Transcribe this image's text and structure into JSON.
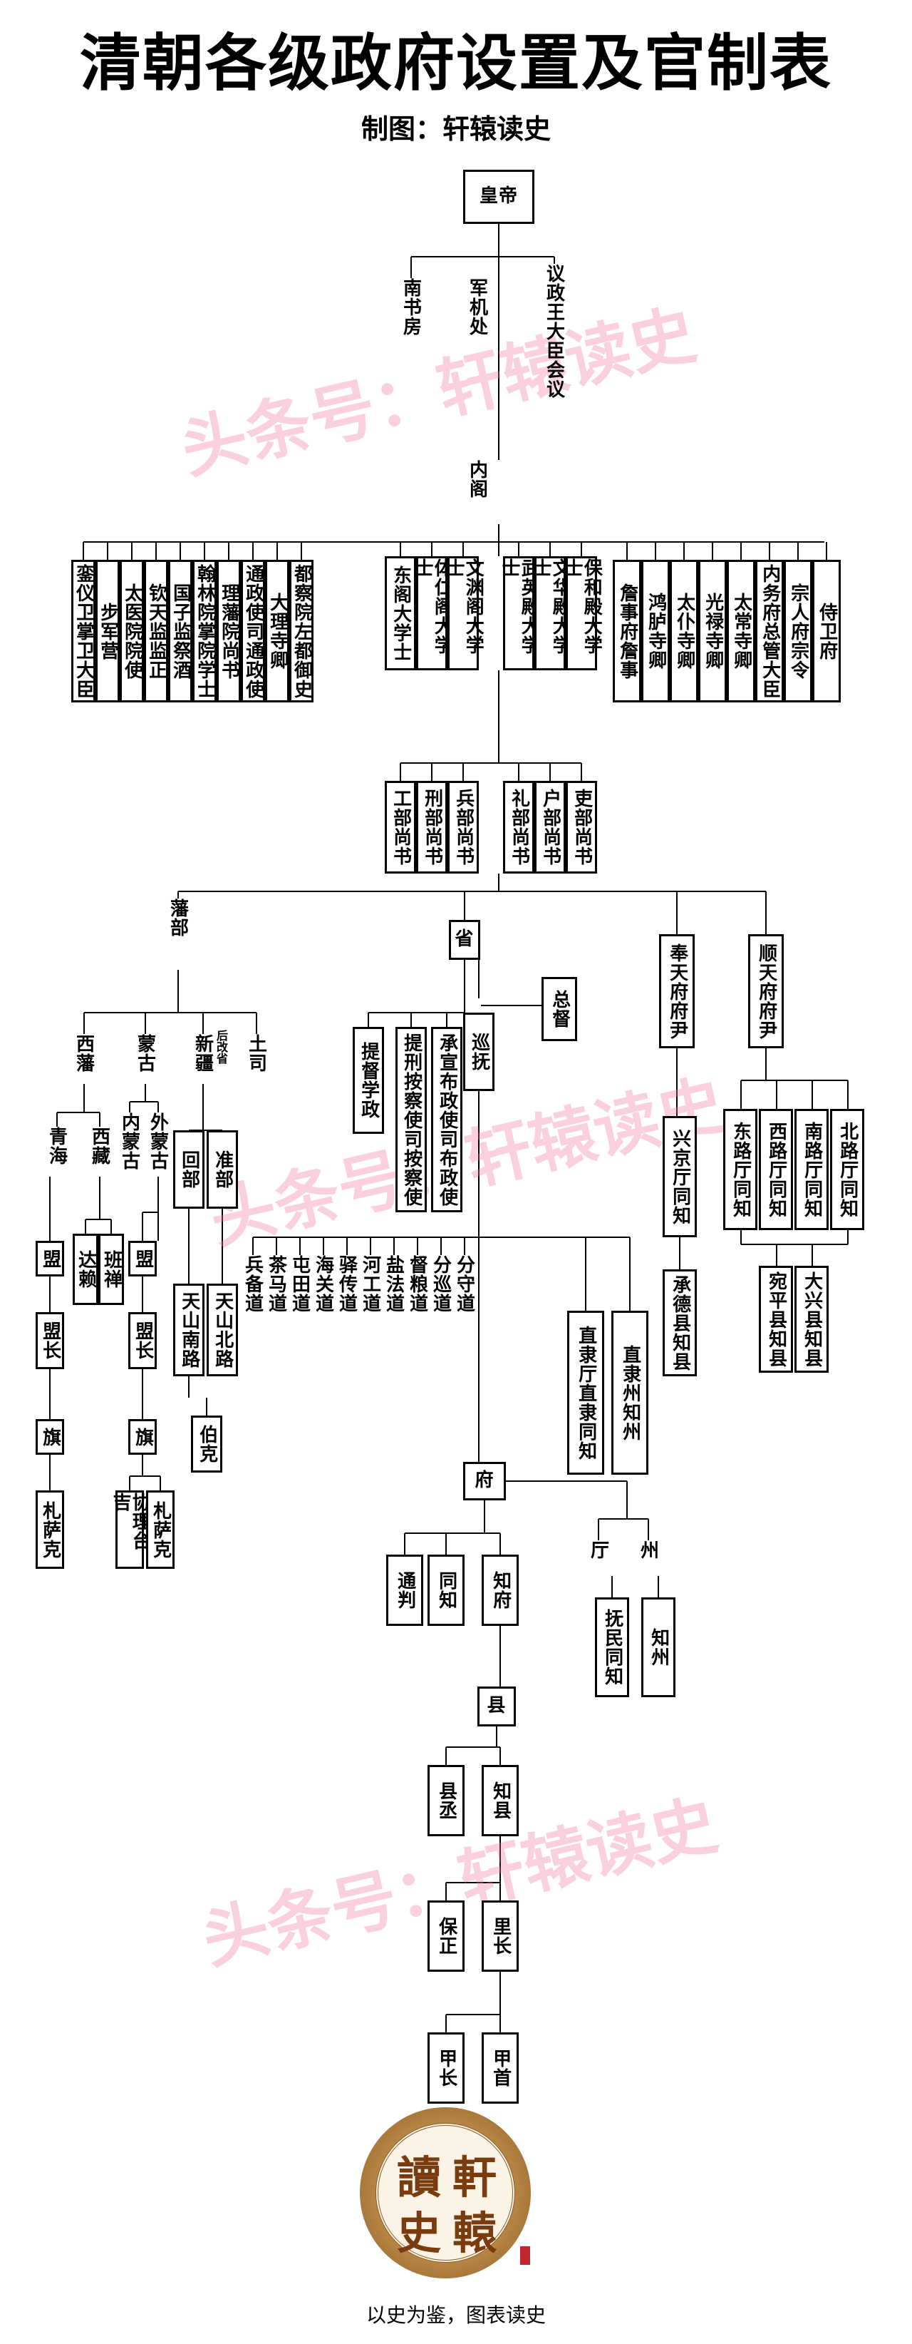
{
  "title": "清朝各级政府设置及官制表",
  "subtitle": "制图：轩辕读史",
  "watermark": "头条号：轩辕读史",
  "nodes": {
    "emperor": "皇帝",
    "nanshufang": "南书房",
    "junjichu": "军机处",
    "yizheng": "议政王大臣会议",
    "neige": "内阁",
    "luanyi": "銮仪卫掌卫大臣",
    "bujun": "步军营",
    "taiyi": "太医院院使",
    "qintian": "钦天监监正",
    "guozi": "国子监祭酒",
    "hanlin": "翰林院掌院学士",
    "lifan": "理藩院尚书",
    "tongzheng": "通政使司通政使",
    "dali": "大理寺卿",
    "duchayuan": "都察院左都御史",
    "dongge": "东阁大学士",
    "tiren": "体仁阁大学士",
    "wenyuan": "文渊阁大学士",
    "wuying": "武英殿大学士",
    "wenhua": "文华殿大学士",
    "baohe": "保和殿大学士",
    "zhanshi": "詹事府詹事",
    "honglu": "鸿胪寺卿",
    "taipu": "太仆寺卿",
    "guanglu": "光禄寺卿",
    "taichang": "太常寺卿",
    "neiwu": "内务府总管大臣",
    "zongren": "宗人府宗令",
    "shiwei": "侍卫府",
    "gongbu": "工部尚书",
    "xingbu": "刑部尚书",
    "bingbu": "兵部尚书",
    "libu": "礼部尚书",
    "hubu": "户部尚书",
    "libu2": "吏部尚书",
    "fanbu": "藩部",
    "sheng": "省",
    "zongdu": "总督",
    "xunfu": "巡抚",
    "tidu": "提督学政",
    "tixing": "提刑按察使司按察使",
    "chengxuan": "承宣布政使司布政使",
    "fengtian": "奉天府府尹",
    "shuntian": "顺天府府尹",
    "xizang": "西藩",
    "menggu": "蒙古",
    "xinjiang": "新疆",
    "xinjiang_note": "后改省",
    "tusi": "土司",
    "qinghai": "青海",
    "xizang2": "西藏",
    "neimeng": "内蒙古",
    "waimeng": "外蒙古",
    "huibu": "回部",
    "zhunbu": "准部",
    "meng1": "盟",
    "dalai": "达赖",
    "banchan": "班禅",
    "meng2": "盟",
    "mengzhang1": "盟长",
    "mengzhang2": "盟长",
    "qi1": "旗",
    "qi2": "旗",
    "zhasake1": "札萨克",
    "xieli": "协理台吉",
    "zhasake2": "札萨克",
    "tianshan_n": "天山南路",
    "tianshan_b": "天山北路",
    "boke": "伯克",
    "bingbei": "兵备道",
    "chama": "茶马道",
    "tuntian": "屯田道",
    "haiguan": "海关道",
    "yichuan": "驿传道",
    "hegong": "河工道",
    "yanfa": "盐法道",
    "duliang": "督粮道",
    "fenxun": "分巡道",
    "fenshou": "分守道",
    "zhiliting": "直隶厅直隶同知",
    "zhilizhou": "直隶州知州",
    "xingjing": "兴京厅同知",
    "donglu": "东路厅同知",
    "xilu": "西路厅同知",
    "nanlu": "南路厅同知",
    "beilu": "北路厅同知",
    "chengde": "承德县知县",
    "wanping": "宛平县知县",
    "daxing": "大兴县知县",
    "fu": "府",
    "tongpan": "通判",
    "tongzhi": "同知",
    "zhifu": "知府",
    "ting": "厅",
    "zhou": "州",
    "fumin": "抚民同知",
    "zhizhou": "知州",
    "xian": "县",
    "xiancheng": "县丞",
    "zhixian": "知县",
    "baozheng": "保正",
    "lizhang": "里长",
    "jiazhang": "甲长",
    "jiashou": "甲首"
  },
  "seal": {
    "chars": [
      "讀",
      "軒",
      "史",
      "轅"
    ],
    "slogan": "以史为鉴，图表读史"
  }
}
